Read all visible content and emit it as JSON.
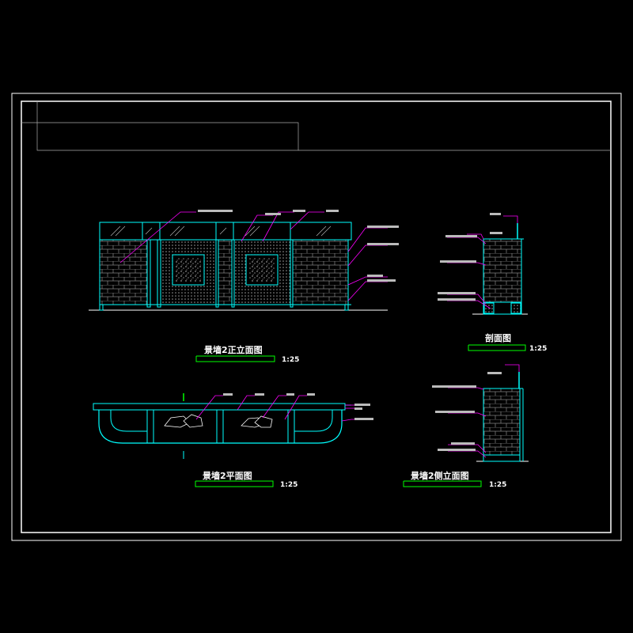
{
  "drawings": {
    "front_elevation": {
      "title": "景墙2正立面图",
      "scale": "1:25"
    },
    "section": {
      "title": "剖面图",
      "scale": "1:25"
    },
    "plan": {
      "title": "景墙2平面图",
      "scale": "1:25"
    },
    "side_elevation": {
      "title": "景墙2侧立面图",
      "scale": "1:25"
    }
  },
  "colors": {
    "frame": "#ffffff",
    "outline": "#00ffff",
    "leader": "#ff00ff",
    "underline": "#00ff00",
    "hatch": "#8a8a8a"
  }
}
